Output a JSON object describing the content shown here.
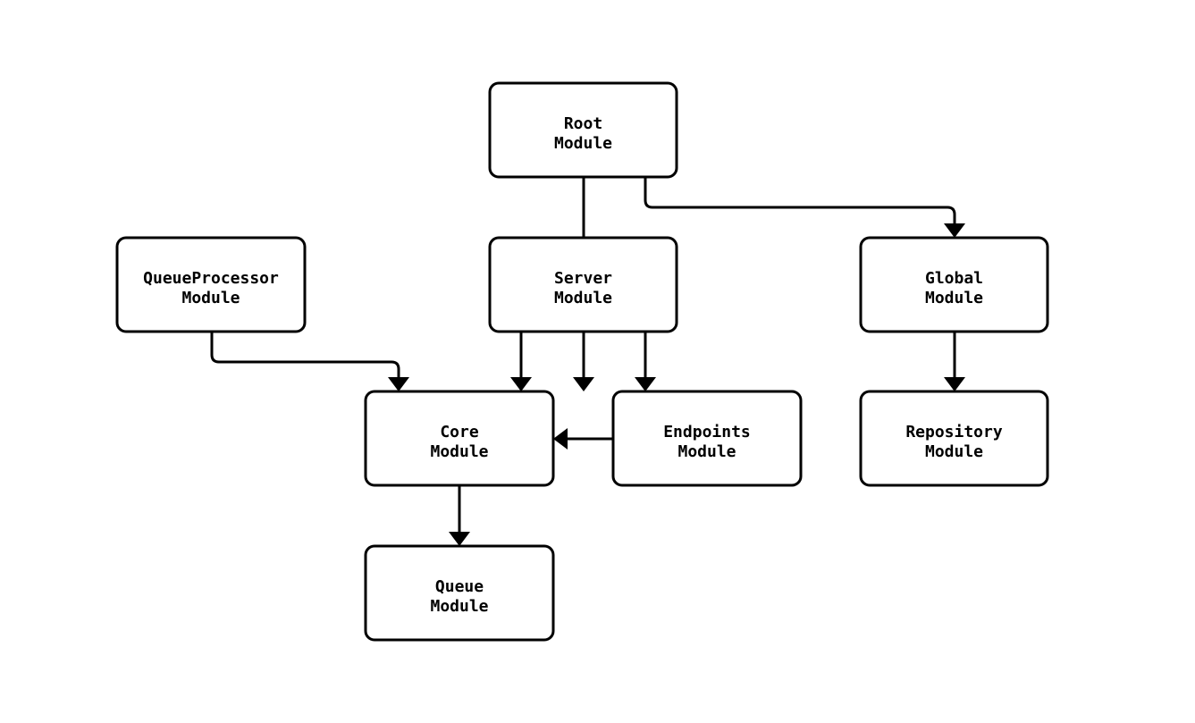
{
  "diagram": {
    "type": "flowchart-module-dependency",
    "background_color": "#ffffff",
    "node_fill_color": "#ffffff",
    "stroke_color": "#000000",
    "nodes": {
      "root": {
        "line1": "Root",
        "line2": "Module"
      },
      "queueprocessor": {
        "line1": "QueueProcessor",
        "line2": "Module"
      },
      "server": {
        "line1": "Server",
        "line2": "Module"
      },
      "global": {
        "line1": "Global",
        "line2": "Module"
      },
      "core": {
        "line1": "Core",
        "line2": "Module"
      },
      "endpoints": {
        "line1": "Endpoints",
        "line2": "Module"
      },
      "repository": {
        "line1": "Repository",
        "line2": "Module"
      },
      "queue": {
        "line1": "Queue",
        "line2": "Module"
      }
    },
    "edges": [
      {
        "from": "Root Module",
        "to": "Server Module"
      },
      {
        "from": "Root Module",
        "to": "Global Module"
      },
      {
        "from": "QueueProcessor Module",
        "to": "Core Module"
      },
      {
        "from": "Server Module",
        "to": "Core Module"
      },
      {
        "from": "Server Module",
        "to": "Endpoints Module"
      },
      {
        "from": "Endpoints Module",
        "to": "Core Module"
      },
      {
        "from": "Core Module",
        "to": "Queue Module"
      },
      {
        "from": "Global Module",
        "to": "Repository Module"
      }
    ]
  }
}
